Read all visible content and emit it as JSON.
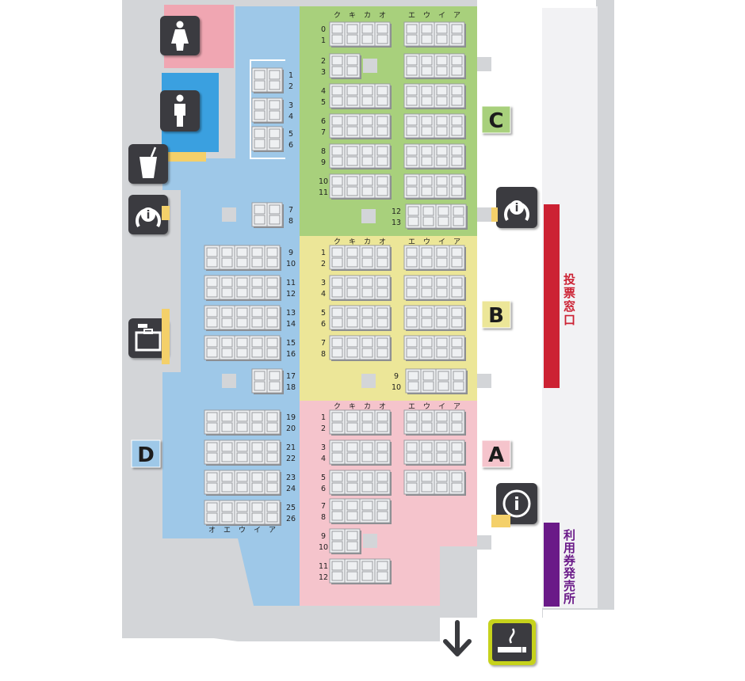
{
  "zones": [
    {
      "id": "C",
      "label": "C",
      "color": "#a8d07c",
      "labelBg": "#a8d07c"
    },
    {
      "id": "B",
      "label": "B",
      "color": "#ece698",
      "labelBg": "#ece698"
    },
    {
      "id": "A",
      "label": "A",
      "color": "#f5c4cc",
      "labelBg": "#f5c4cc"
    },
    {
      "id": "D",
      "label": "D",
      "color": "#9ec8e8",
      "labelBg": "#9ec8e8"
    }
  ],
  "column_letters_left": [
    "ク",
    "キ",
    "カ",
    "オ"
  ],
  "column_letters_right": [
    "エ",
    "ウ",
    "イ",
    "ア"
  ],
  "column_letters_d": [
    "オ",
    "エ",
    "ウ",
    "イ",
    "ア"
  ],
  "rows": {
    "c_main": [
      [
        "0",
        "1"
      ],
      [
        "2",
        "3"
      ],
      [
        "4",
        "5"
      ],
      [
        "6",
        "7"
      ],
      [
        "8",
        "9"
      ],
      [
        "10",
        "11"
      ],
      [
        "12",
        "13"
      ]
    ],
    "c_side": [
      [
        "1",
        "2"
      ],
      [
        "3",
        "4"
      ],
      [
        "5",
        "6"
      ],
      [
        "7",
        "8"
      ]
    ],
    "b_main": [
      [
        "1",
        "2"
      ],
      [
        "3",
        "4"
      ],
      [
        "5",
        "6"
      ],
      [
        "7",
        "8"
      ],
      [
        "9",
        "10"
      ]
    ],
    "a_main": [
      [
        "1",
        "2"
      ],
      [
        "3",
        "4"
      ],
      [
        "5",
        "6"
      ],
      [
        "7",
        "8"
      ],
      [
        "9",
        "10"
      ],
      [
        "11",
        "12"
      ]
    ],
    "d_main": [
      [
        "9",
        "10"
      ],
      [
        "11",
        "12"
      ],
      [
        "13",
        "14"
      ],
      [
        "15",
        "16"
      ],
      [
        "17",
        "18"
      ],
      [
        "19",
        "20"
      ],
      [
        "21",
        "22"
      ],
      [
        "23",
        "24"
      ],
      [
        "25",
        "26"
      ]
    ]
  },
  "counters": {
    "ticket_window": "投票窓口",
    "voucher_office": "利用券発売所"
  },
  "icons": [
    "womens-restroom-icon",
    "mens-restroom-icon",
    "drink-icon",
    "info-horseshoe-icon",
    "locker-icon",
    "info-icon",
    "smoking-area-icon",
    "down-arrow-icon"
  ],
  "colors": {
    "building": "#d3d5d8",
    "wall": "#ffffff",
    "ticket_window_bar": "#cc2233",
    "voucher_bar": "#6a1a88",
    "icon_dark": "#3a3b3f",
    "smoking_border": "#c6d21e"
  }
}
